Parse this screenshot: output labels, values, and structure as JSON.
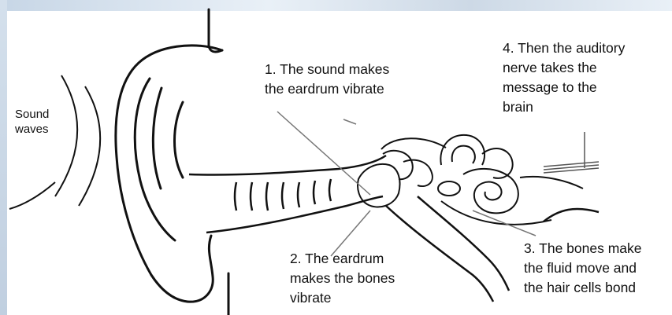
{
  "labels": {
    "sound_waves": "Sound\nwaves",
    "step1": "1. The sound makes\nthe eardrum vibrate",
    "step2": "2. The eardrum\nmakes the bones\nvibrate",
    "step3": "3. The bones make\nthe fluid move and\nthe hair cells bond",
    "step4": "4. Then the auditory\nnerve takes the\nmessage to the\nbrain"
  },
  "colors": {
    "background": "#ffffff",
    "frame": "#cdd9e6",
    "ink": "#111111",
    "pointer": "#777777"
  }
}
